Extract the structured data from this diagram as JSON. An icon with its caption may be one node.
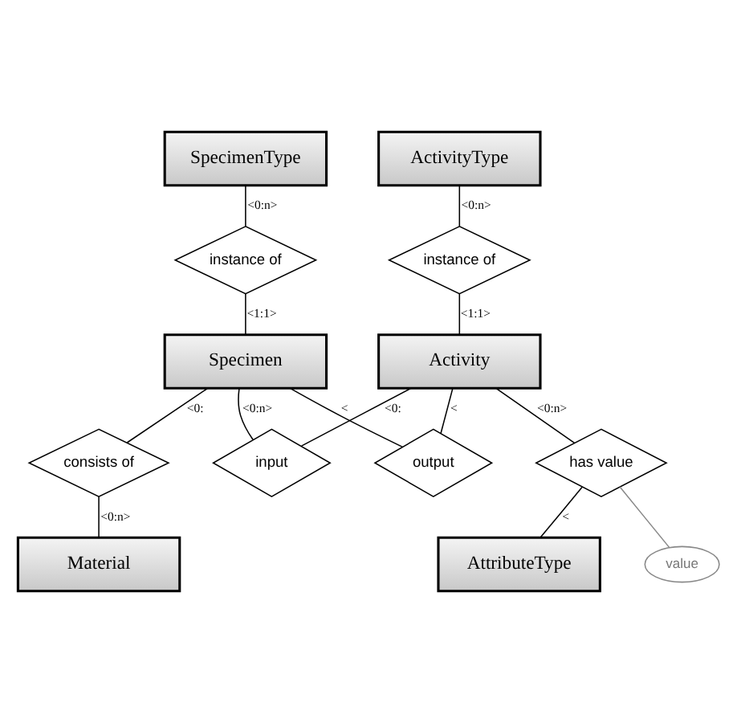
{
  "diagram": {
    "nodes": [
      {
        "text": [
          "ActivityType"
        ]
      },
      {
        "text": [
          "SpecimenType"
        ]
      },
      {
        "text": [
          "instance of"
        ]
      },
      {
        "text": [
          "instance of"
        ]
      },
      {
        "text": [
          "input"
        ]
      },
      {
        "text": [
          "Activity"
        ]
      },
      {
        "text": [
          "Specimen"
        ]
      },
      {
        "text": [
          "output"
        ]
      },
      {
        "text": [
          "has value"
        ]
      },
      {
        "text": [
          "consists of"
        ]
      },
      {
        "text": [
          "value"
        ]
      },
      {
        "text": [
          "AttributeType"
        ]
      },
      {
        "text": [
          "Material"
        ]
      }
    ],
    "edges": [
      {
        "from": 0,
        "to": 2,
        "arrow": "none",
        "label": "<0:n>"
      },
      {
        "from": 2,
        "to": 5,
        "arrow": "none",
        "label": "<1:1>"
      },
      {
        "from": 1,
        "to": 3,
        "arrow": "none",
        "label": "<0:n>"
      },
      {
        "from": 3,
        "to": 6,
        "arrow": "none",
        "label": "<1:1>"
      },
      {
        "from": 5,
        "to": 4,
        "arrow": "none",
        "label": "<0:"
      },
      {
        "from": 4,
        "to": 6,
        "arrow": "none",
        "label": "<0:n>"
      },
      {
        "from": 5,
        "to": 7,
        "arrow": "none",
        "label": "<"
      },
      {
        "from": 6,
        "to": 7,
        "arrow": "none",
        "label": "<"
      },
      {
        "from": 5,
        "to": 8,
        "arrow": "none",
        "label": "<0:n>"
      },
      {
        "from": 8,
        "to": 11,
        "arrow": "none",
        "label": "<"
      },
      {
        "from": 8,
        "to": 10,
        "arrow": "none",
        "color": "#888888"
      },
      {
        "from": 6,
        "to": 9,
        "arrow": "none",
        "label": "<0:"
      },
      {
        "from": 9,
        "to": 12,
        "arrow": "none",
        "label": "<0:n>"
      }
    ]
  }
}
